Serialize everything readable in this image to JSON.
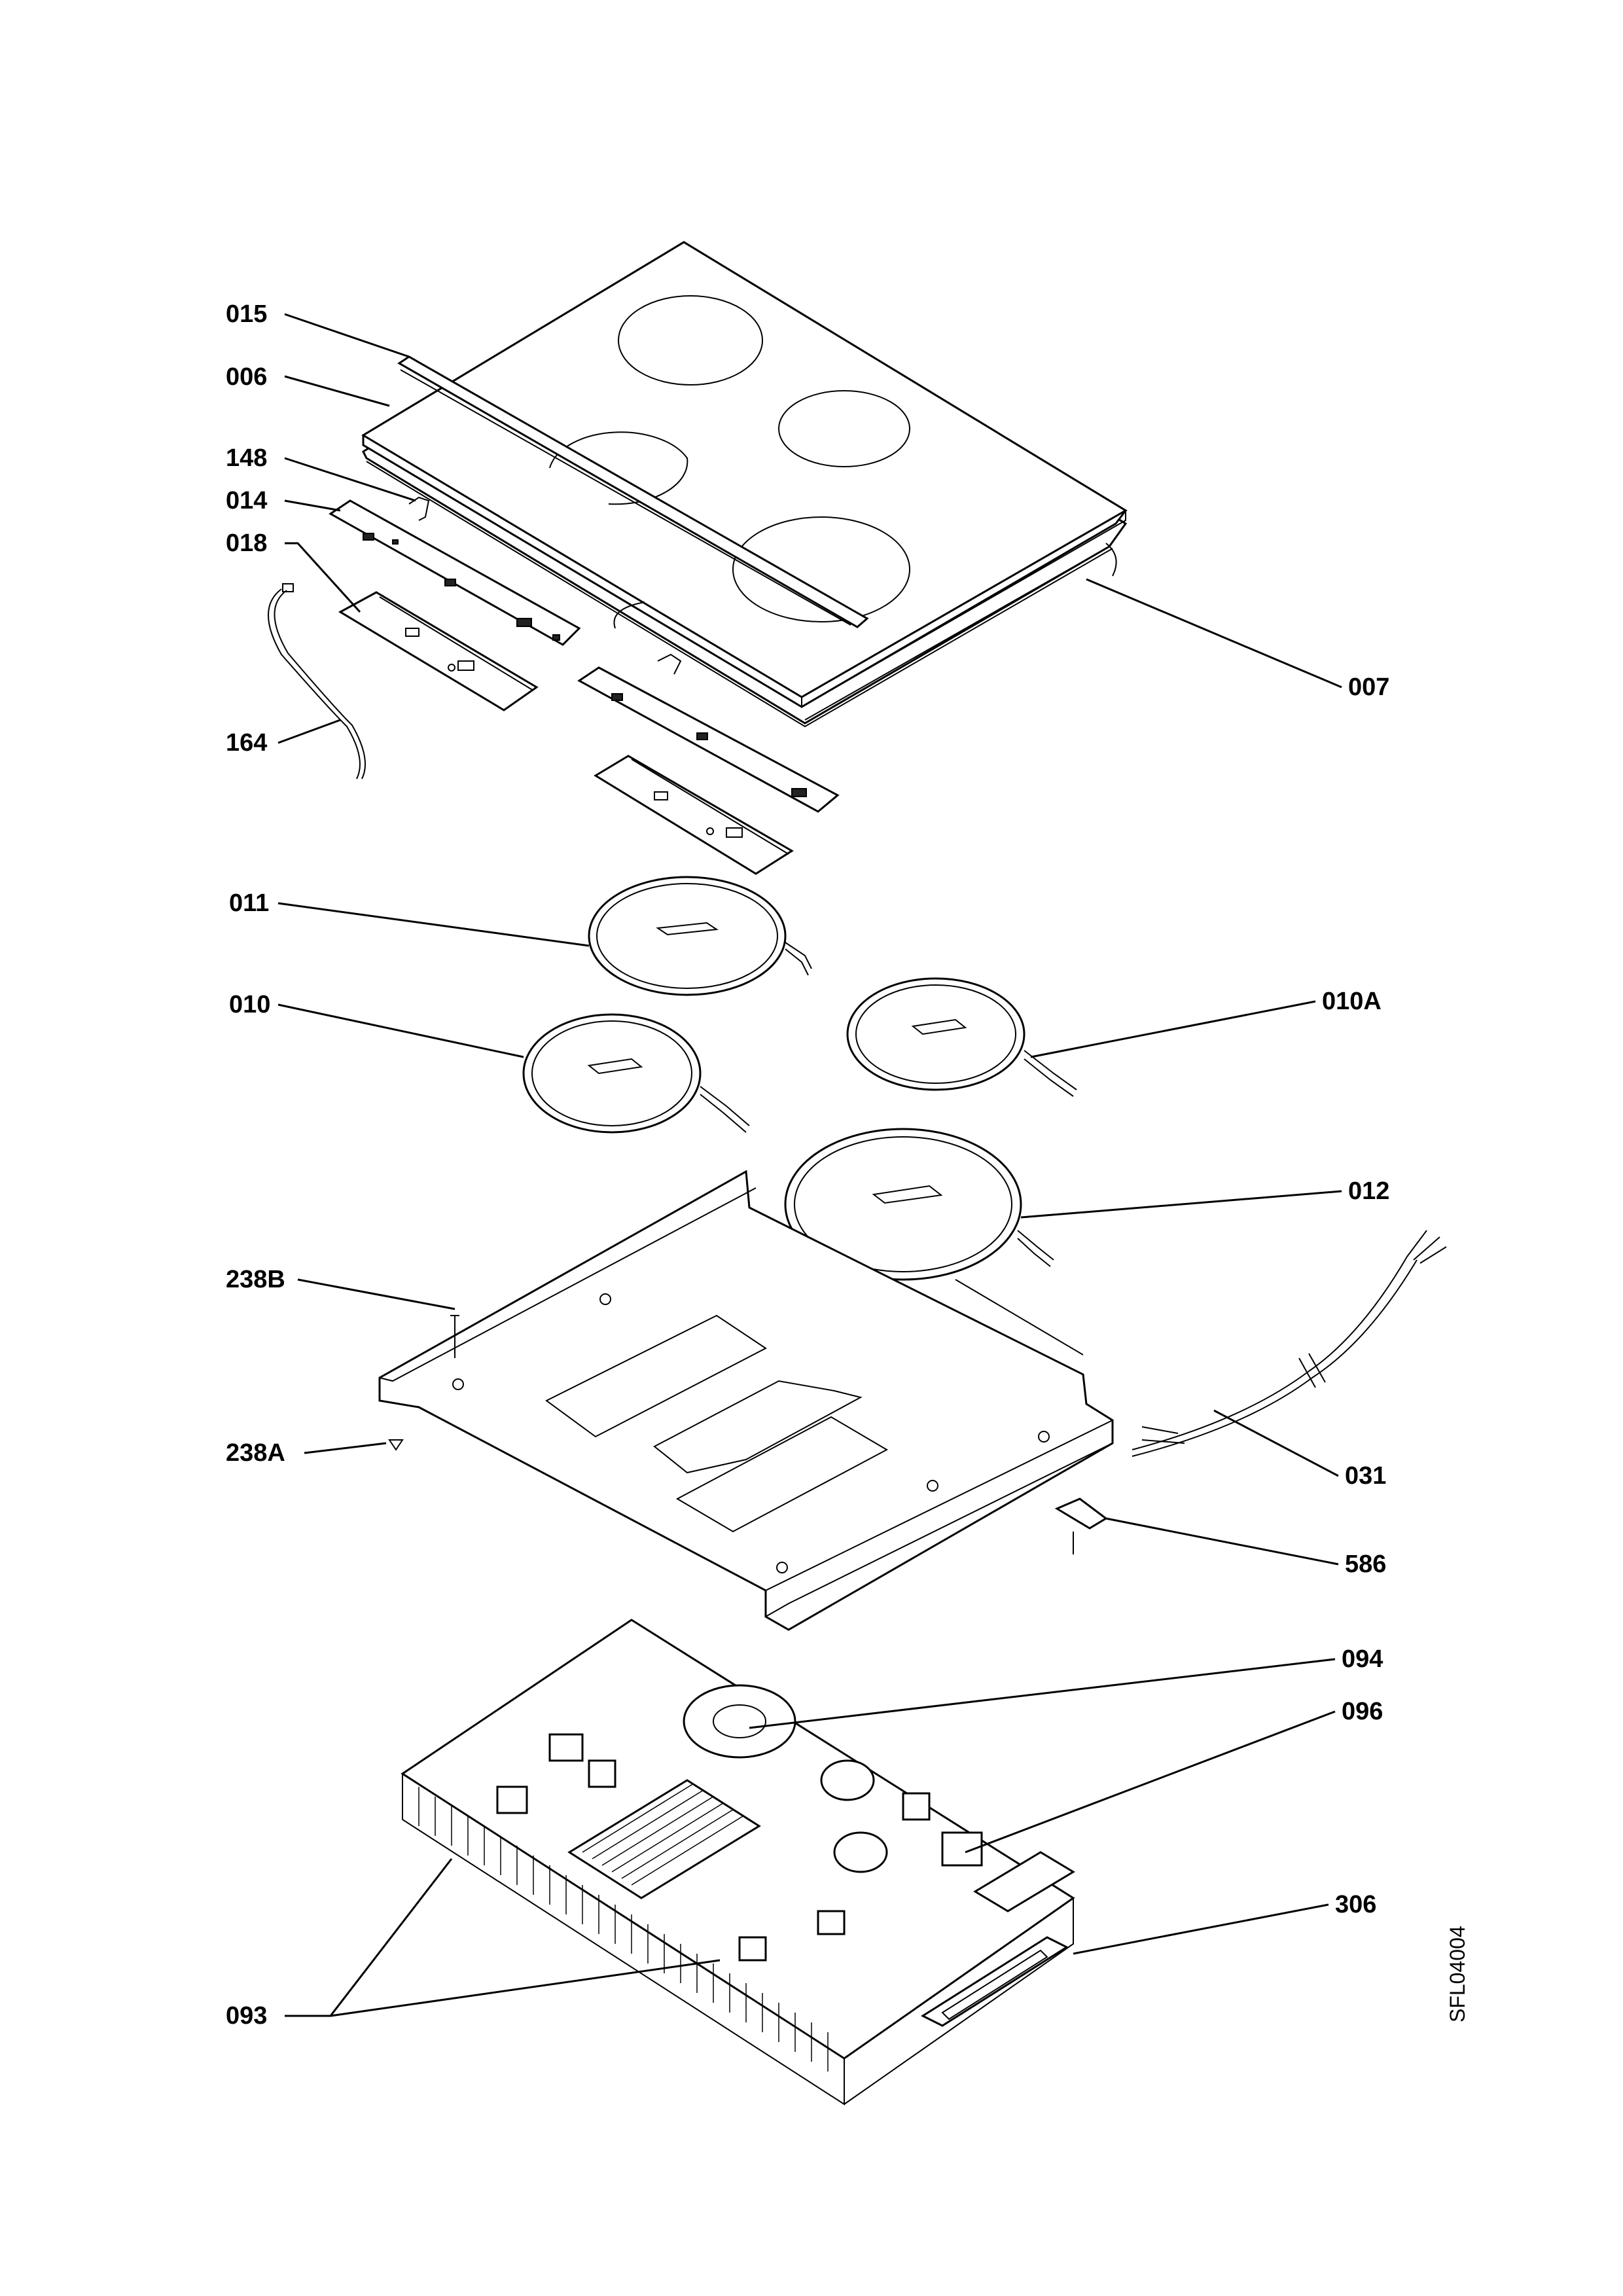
{
  "drawing_code": "SFL04004",
  "callouts": [
    {
      "id": "015",
      "label": "015"
    },
    {
      "id": "006",
      "label": "006"
    },
    {
      "id": "148",
      "label": "148"
    },
    {
      "id": "014",
      "label": "014"
    },
    {
      "id": "018",
      "label": "018"
    },
    {
      "id": "164",
      "label": "164"
    },
    {
      "id": "007",
      "label": "007"
    },
    {
      "id": "011",
      "label": "011"
    },
    {
      "id": "010",
      "label": "010"
    },
    {
      "id": "010A",
      "label": "010A"
    },
    {
      "id": "012",
      "label": "012"
    },
    {
      "id": "238B",
      "label": "238B"
    },
    {
      "id": "238A",
      "label": "238A"
    },
    {
      "id": "031",
      "label": "031"
    },
    {
      "id": "586",
      "label": "586"
    },
    {
      "id": "094",
      "label": "094"
    },
    {
      "id": "096",
      "label": "096"
    },
    {
      "id": "306",
      "label": "306"
    },
    {
      "id": "093",
      "label": "093"
    }
  ]
}
